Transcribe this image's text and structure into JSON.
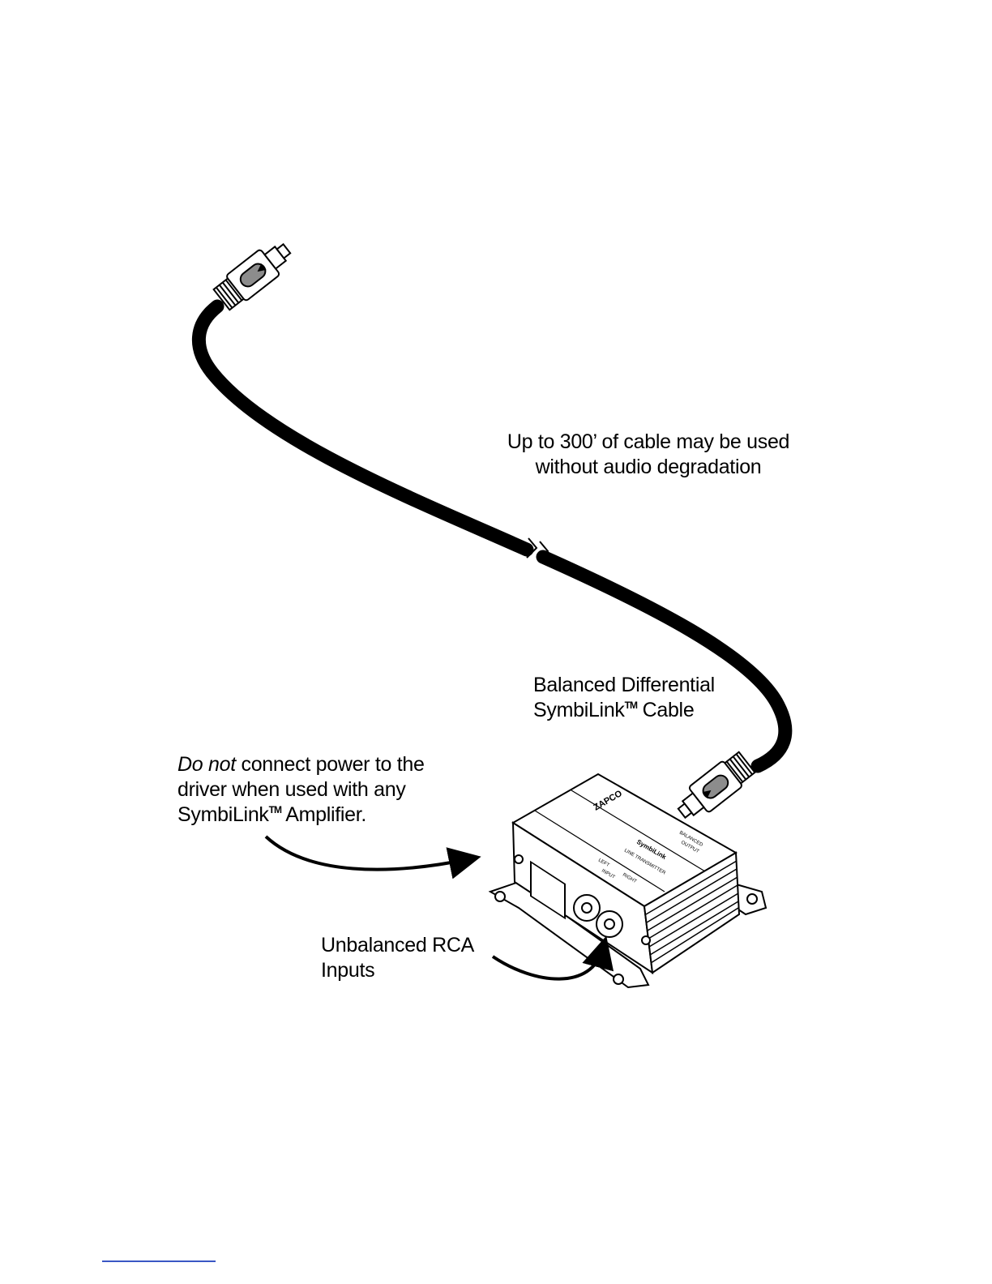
{
  "labels": {
    "cable_length": {
      "line1": "Up to 300’ of cable may be used",
      "line2": "without audio degradation"
    },
    "cable_name": {
      "line1": "Balanced Differential",
      "line2_prefix": "SymbiLink",
      "line2_tm": "TM",
      "line2_suffix": " Cable"
    },
    "power_warning": {
      "emphasis": "Do not",
      "line1_rest": " connect power to the",
      "line2": "driver when used with any",
      "line3_prefix": "SymbiLink",
      "line3_tm": "TM",
      "line3_suffix": " Amplifier."
    },
    "rca_inputs": {
      "line1": "Unbalanced RCA",
      "line2": "Inputs"
    }
  },
  "device_markings": {
    "brand": "ZAPCO",
    "model": "SymbiLink",
    "subtitle": "LINE TRANSMITTER",
    "input_left": "LEFT",
    "input_right": "RIGHT",
    "input_word": "INPUT",
    "balanced": "BALANCED",
    "output": "OUTPUT"
  },
  "colors": {
    "ink": "#000000",
    "connector_gray": "#8c8c8c",
    "footer_rule": "#3a57c4"
  }
}
